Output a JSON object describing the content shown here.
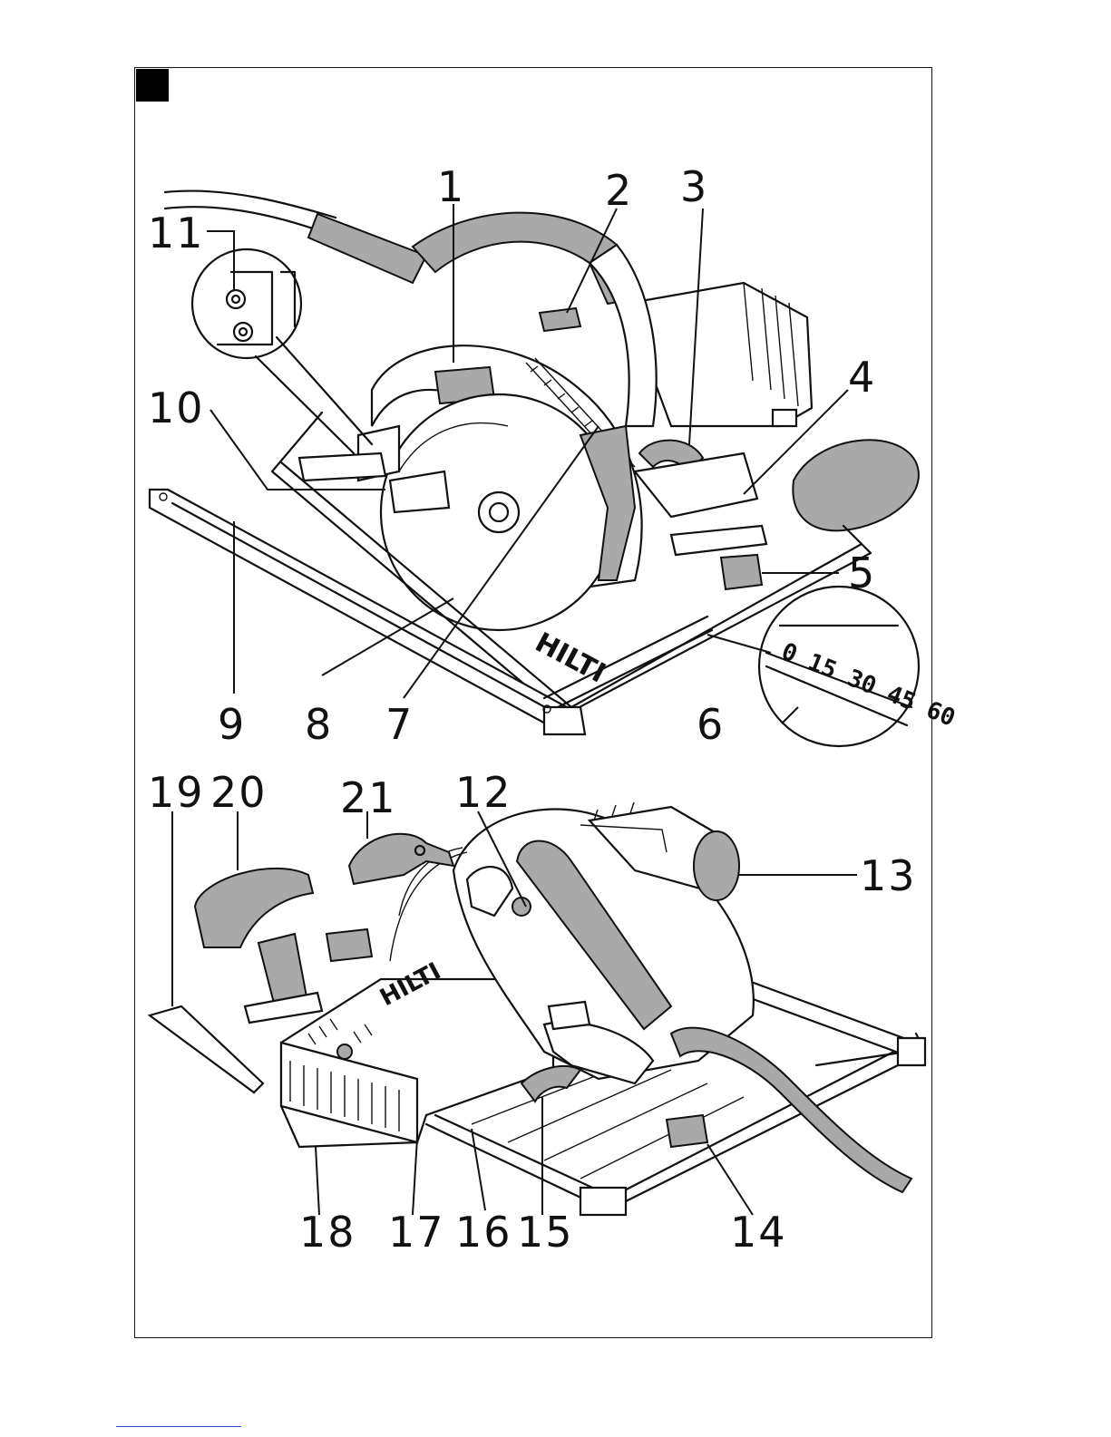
{
  "callouts_top": [
    {
      "id": "1",
      "label": "1"
    },
    {
      "id": "2",
      "label": "2"
    },
    {
      "id": "3",
      "label": "3"
    },
    {
      "id": "4",
      "label": "4"
    },
    {
      "id": "5",
      "label": "5"
    },
    {
      "id": "6",
      "label": "6"
    },
    {
      "id": "7",
      "label": "7"
    },
    {
      "id": "8",
      "label": "8"
    },
    {
      "id": "9",
      "label": "9"
    },
    {
      "id": "10",
      "label": "10"
    },
    {
      "id": "11",
      "label": "11"
    }
  ],
  "callouts_bottom": [
    {
      "id": "12",
      "label": "12"
    },
    {
      "id": "13",
      "label": "13"
    },
    {
      "id": "14",
      "label": "14"
    },
    {
      "id": "15",
      "label": "15"
    },
    {
      "id": "16",
      "label": "16"
    },
    {
      "id": "17",
      "label": "17"
    },
    {
      "id": "18",
      "label": "18"
    },
    {
      "id": "19",
      "label": "19"
    },
    {
      "id": "20",
      "label": "20"
    },
    {
      "id": "21",
      "label": "21"
    }
  ],
  "brand_text": "HILTI",
  "scale_detail_text": "0 15 30 45 60",
  "colors": {
    "ink": "#111111",
    "housing_grey": "#a9a9a9",
    "light_grey": "#d7d7d7",
    "footer_rule": "#2a49c8"
  }
}
